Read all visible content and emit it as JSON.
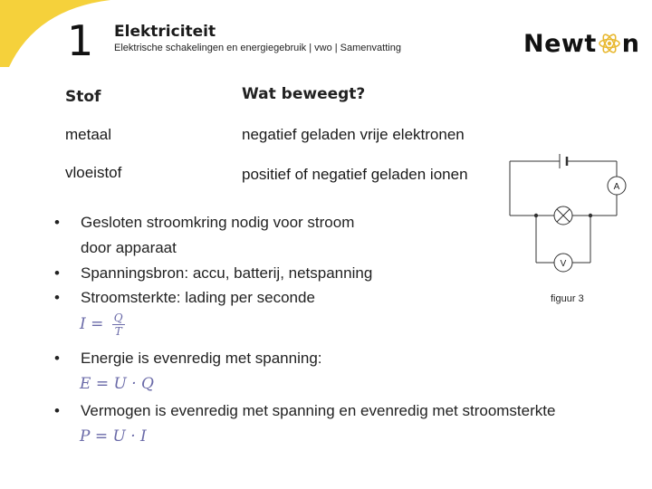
{
  "header": {
    "chapter_number": "1",
    "title": "Elektriciteit",
    "subtitle": "Elektrische schakelingen en energiegebruik | vwo | Samenvatting",
    "logo_left": "Newt",
    "logo_right": "n",
    "logo_icon": "atom-icon",
    "accent_color": "#f5d13b"
  },
  "table": {
    "headers": [
      "Stof",
      "Wat beweegt?"
    ],
    "rows": [
      [
        "metaal",
        "negatief geladen vrije elektronen"
      ],
      [
        "vloeistof",
        "positief of negatief geladen ionen"
      ]
    ]
  },
  "bullets": [
    {
      "marker": "•",
      "lines": [
        "Gesloten stroomkring nodig voor stroom",
        "door apparaat"
      ]
    },
    {
      "marker": "•",
      "lines": [
        "Spanningsbron: accu, batterij, netspanning"
      ]
    },
    {
      "marker": "•",
      "lines": [
        "Stroomsterkte: lading per seconde"
      ]
    },
    {
      "marker": "•",
      "lines": [
        "Energie is evenredig met spanning:"
      ]
    },
    {
      "marker": "•",
      "lines": [
        "Vermogen is evenredig met spanning en evenredig met stroomsterkte"
      ]
    }
  ],
  "formulas": {
    "current_lhs": "I =",
    "current_num": "Q",
    "current_den": "T",
    "energy": "E =  U · Q",
    "power": "P = U  · I"
  },
  "figure": {
    "ammeter_label": "A",
    "voltmeter_label": "V",
    "caption": "figuur 3"
  }
}
